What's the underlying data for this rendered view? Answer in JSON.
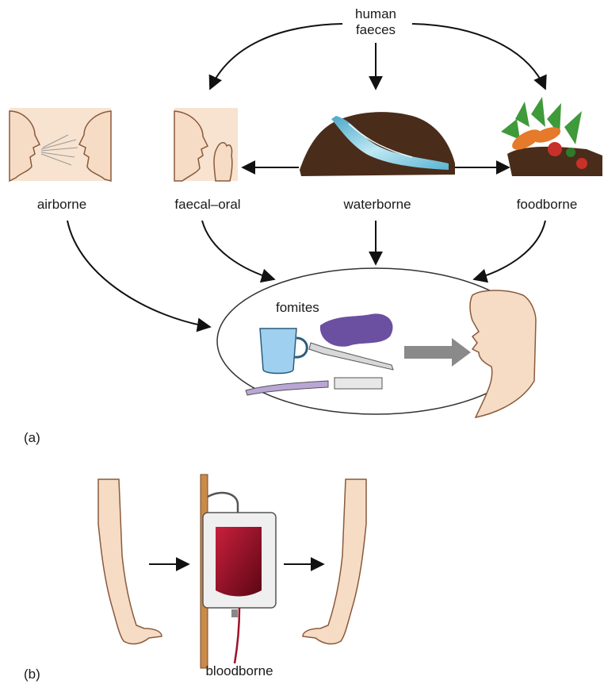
{
  "diagram": {
    "part_a": {
      "source_label": "human\nfaeces",
      "routes": {
        "airborne": "airborne",
        "faecal_oral": "faecal–oral",
        "waterborne": "waterborne",
        "foodborne": "foodborne"
      },
      "fomites_label": "fomites",
      "panel_label": "(a)"
    },
    "part_b": {
      "route_label": "bloodborne",
      "panel_label": "(b)"
    },
    "colors": {
      "skin": "#f6dcc4",
      "skin_line": "#8a5a3c",
      "soil": "#4a2c1a",
      "water": "#7cc6dc",
      "blood": "#a0102a",
      "fomite_arrow": "#8a8a8a",
      "cup": "#9fd0ef",
      "sponge": "#6b4fa0",
      "veg_green": "#3f9a3a",
      "carrot": "#e57a2a",
      "pole": "#c98a4a"
    }
  }
}
